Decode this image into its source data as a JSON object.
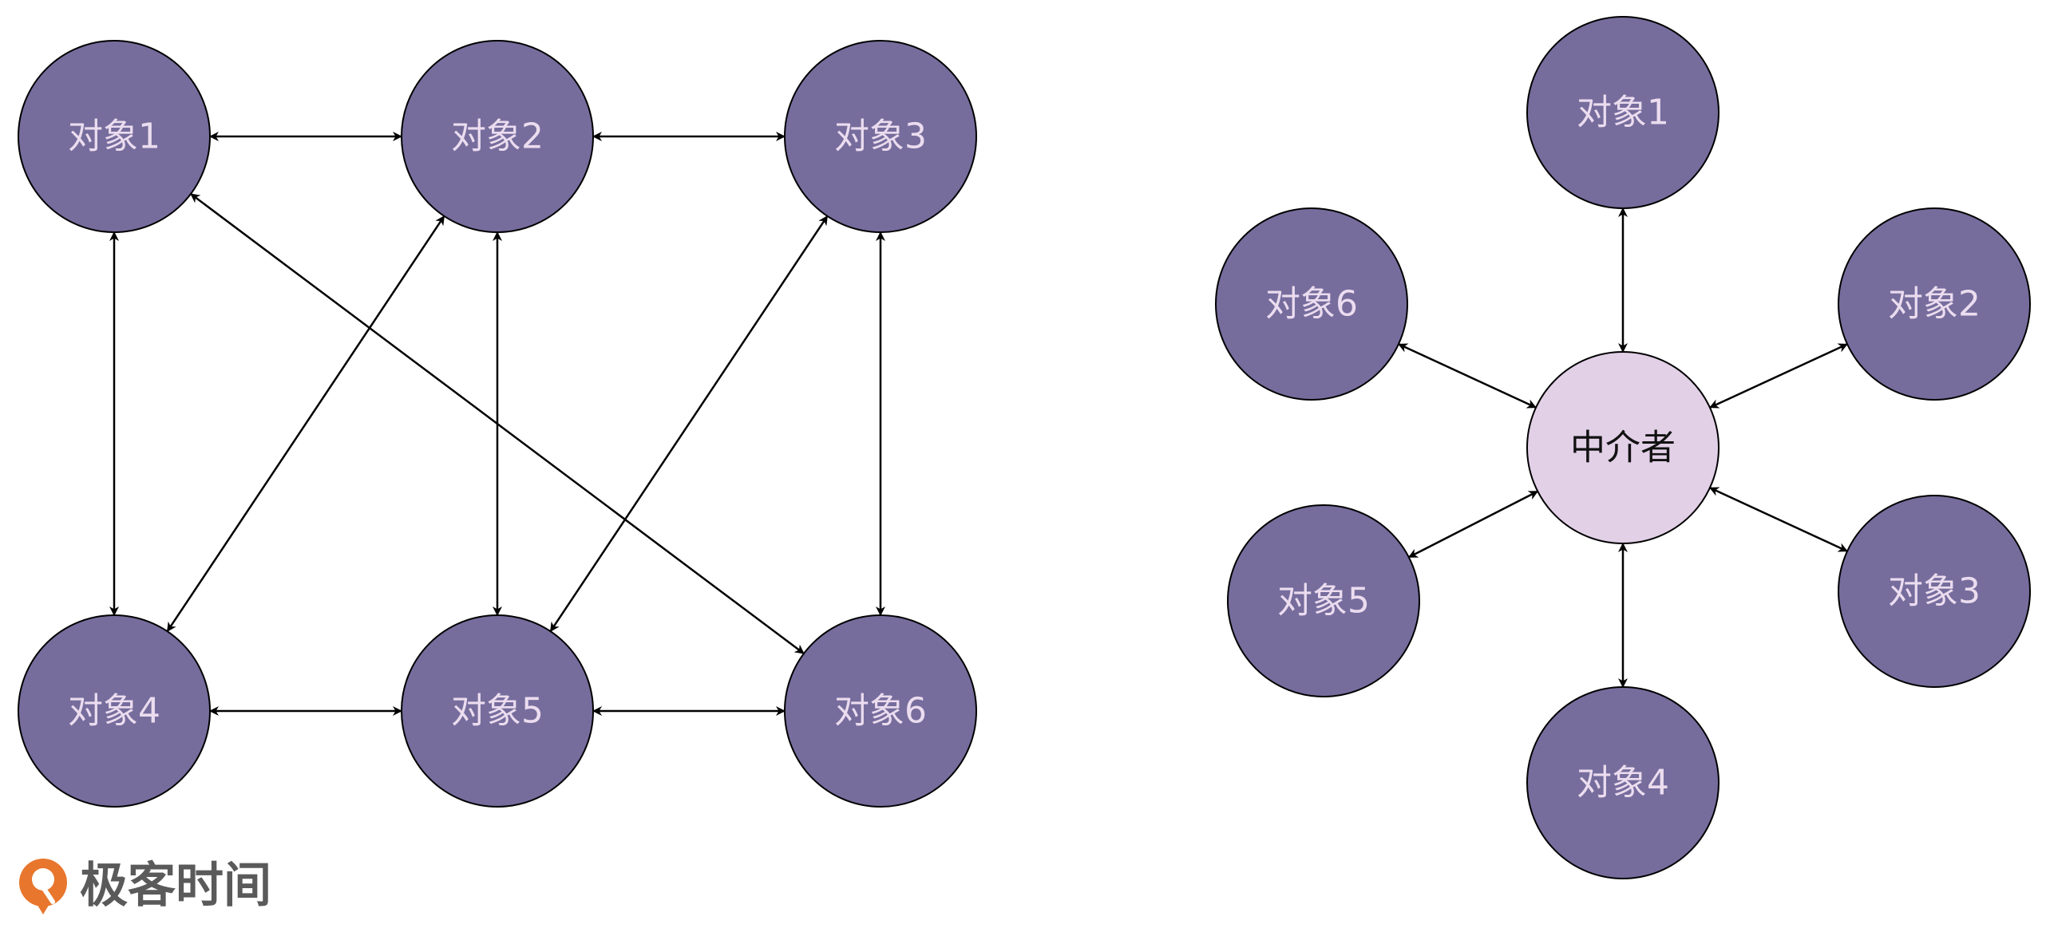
{
  "colors": {
    "node_fill": "#766d9d",
    "node_text": "#ebdcef",
    "mediator_fill": "#e2d0e7",
    "mediator_text": "#111111",
    "logo_orange": "#e8762d",
    "logo_text": "#5a5a5a"
  },
  "left_graph": {
    "nodes": [
      {
        "id": "l1",
        "label": "对象1"
      },
      {
        "id": "l2",
        "label": "对象2"
      },
      {
        "id": "l3",
        "label": "对象3"
      },
      {
        "id": "l4",
        "label": "对象4"
      },
      {
        "id": "l5",
        "label": "对象5"
      },
      {
        "id": "l6",
        "label": "对象6"
      }
    ],
    "edges": [
      [
        "l1",
        "l2"
      ],
      [
        "l2",
        "l3"
      ],
      [
        "l4",
        "l5"
      ],
      [
        "l5",
        "l6"
      ],
      [
        "l1",
        "l4"
      ],
      [
        "l2",
        "l5"
      ],
      [
        "l3",
        "l6"
      ],
      [
        "l1",
        "l6"
      ],
      [
        "l2",
        "l4"
      ],
      [
        "l3",
        "l5"
      ]
    ]
  },
  "right_graph": {
    "mediator": {
      "id": "m",
      "label": "中介者"
    },
    "nodes": [
      {
        "id": "r1",
        "label": "对象1"
      },
      {
        "id": "r2",
        "label": "对象2"
      },
      {
        "id": "r3",
        "label": "对象3"
      },
      {
        "id": "r4",
        "label": "对象4"
      },
      {
        "id": "r5",
        "label": "对象5"
      },
      {
        "id": "r6",
        "label": "对象6"
      }
    ],
    "edges": [
      [
        "m",
        "r1"
      ],
      [
        "m",
        "r2"
      ],
      [
        "m",
        "r3"
      ],
      [
        "m",
        "r4"
      ],
      [
        "m",
        "r5"
      ],
      [
        "m",
        "r6"
      ]
    ]
  },
  "logo": {
    "text": "极客时间",
    "icon": "geektime-logo-icon"
  }
}
